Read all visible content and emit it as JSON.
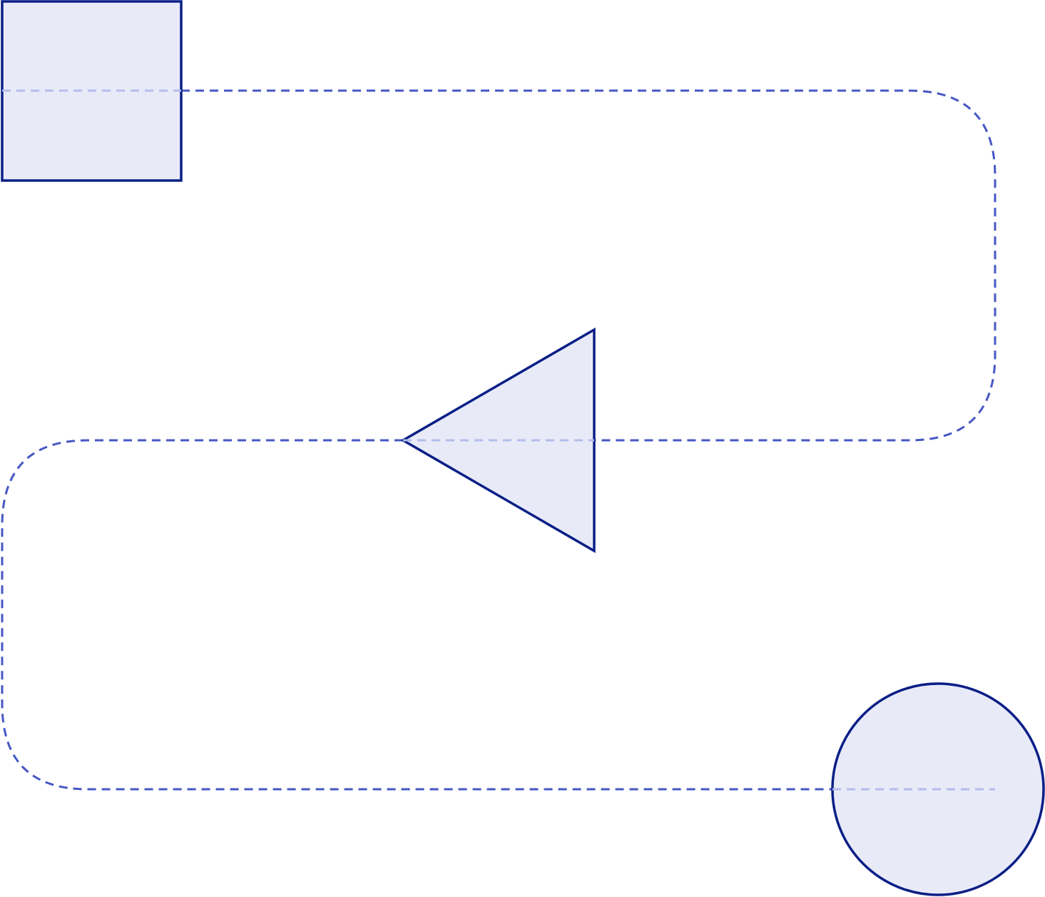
{
  "diagram": {
    "colors": {
      "background": "#ffffff",
      "shape_fill": "#e8eaf8",
      "shape_stroke": "#0a1f86",
      "connector": "#4657c4",
      "connector_inside": "#b3bdec"
    },
    "shapes": [
      {
        "name": "square",
        "kind": "square"
      },
      {
        "name": "triangle",
        "kind": "triangle",
        "pointing": "left"
      },
      {
        "name": "circle",
        "kind": "circle"
      }
    ],
    "connector": {
      "style": "dashed",
      "route": [
        "square",
        "triangle",
        "circle"
      ]
    }
  }
}
